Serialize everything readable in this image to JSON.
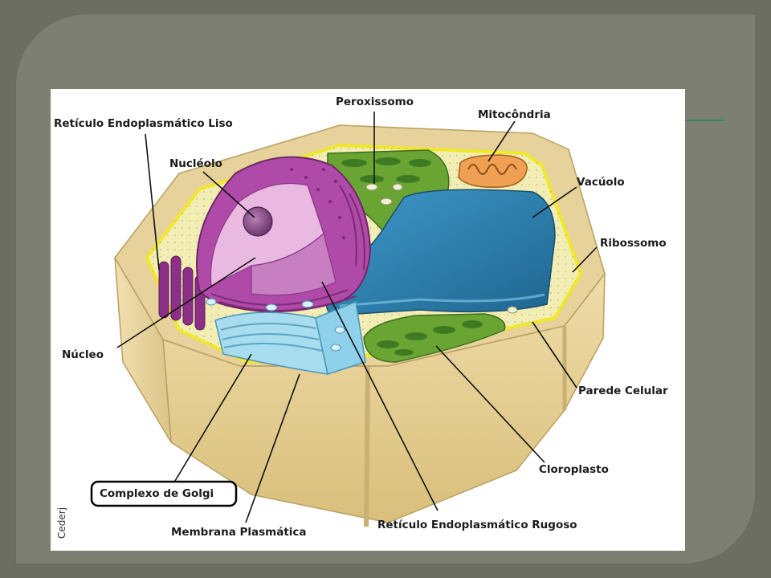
{
  "labels": {
    "reticulo_liso": "Retículo Endoplasmático Liso",
    "peroxissomo": "Peroxissomo",
    "mitocondria": "Mitocôndria",
    "nucleolo": "Nucléolo",
    "vacuolo": "Vacúolo",
    "ribossomo": "Ribossomo",
    "nucleo": "Núcleo",
    "parede_celular": "Parede Celular",
    "cloroplasto": "Cloroplasto",
    "complexo_golgi": "Complexo de Golgi",
    "membrana_plasmatica": "Membrana Plasmática",
    "reticulo_rugoso": "Retículo Endoplasmático Rugoso"
  },
  "credit": "Cederj",
  "colors": {
    "background": "#6c6e62",
    "panel": "#7c7f72",
    "accent": "#2f8a63",
    "cell_wall": "#e8d49a",
    "cytoplasm": "#f2eeb3",
    "membrane": "#f0e82a",
    "vacuole": "#2b7cab",
    "nucleus": "#b04aa8",
    "chloroplast": "#6aa534",
    "golgi": "#a8dcef",
    "mitochondria": "#f0a052"
  }
}
